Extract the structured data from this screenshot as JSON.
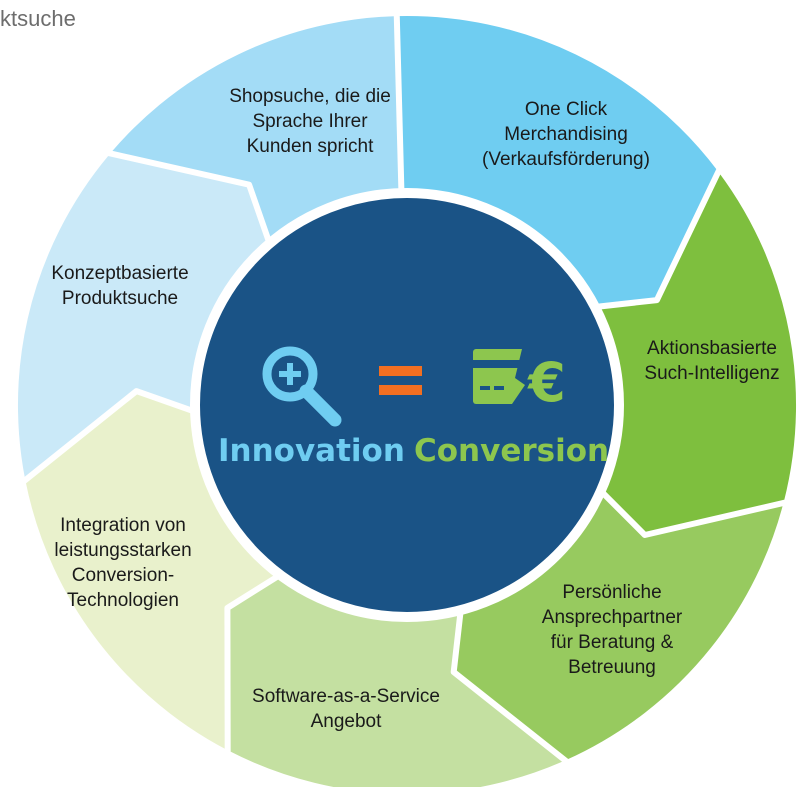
{
  "header": {
    "cropped_title": "ktsuche"
  },
  "center": {
    "left_word": "Innovation",
    "right_word": "Conversion",
    "colors": {
      "disc": "#1a5386",
      "disc_border": "#ffffff",
      "innovation": "#6fcdf1",
      "conversion": "#8dc64e",
      "equals": "#f26f21"
    },
    "icons": {
      "left": "magnifier-plus-icon",
      "middle": "equals-icon",
      "right": "card-euro-icon"
    }
  },
  "segments": [
    {
      "label": "Shopsuche, die die\nSprache Ihrer\nKunden spricht",
      "color": "#6fcdf1"
    },
    {
      "label": "One Click\nMerchandising\n(Verkaufsförderung)",
      "color": "#7ebf3e"
    },
    {
      "label": "Aktionsbasierte\nSuch-Intelligenz",
      "color": "#97ca5f"
    },
    {
      "label": "Persönliche\nAnsprechpartner\nfür Beratung &\nBetreuung",
      "color": "#c4e0a1"
    },
    {
      "label": "Software-as-a-Service\nAngebot",
      "color": "#e9f1cc"
    },
    {
      "label": "Integration von\nleistungsstarken\nConversion-\nTechnologien",
      "color": "#cae9f8"
    },
    {
      "label": "Konzeptbasierte\nProduktsuche",
      "color": "#a3dcf6"
    }
  ]
}
